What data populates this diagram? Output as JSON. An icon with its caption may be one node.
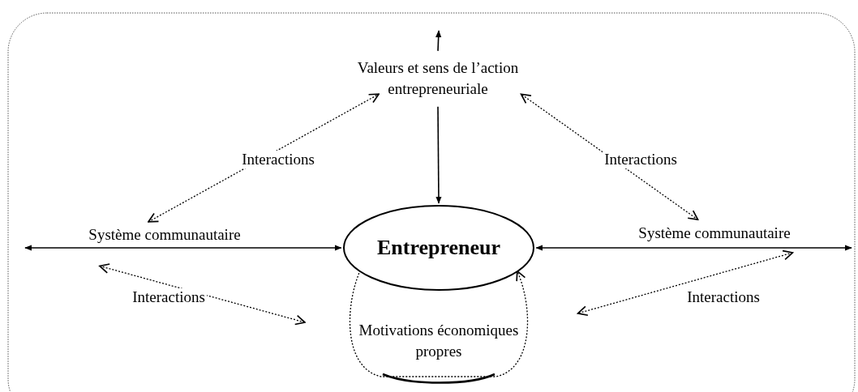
{
  "diagram": {
    "nodes": [
      {
        "text": [
          "Valeurs et sens de l’action entrepreneuriale"
        ]
      },
      {
        "text": [
          "Système communautaire"
        ]
      },
      {
        "text": [
          "Entrepreneur"
        ]
      },
      {
        "text": [
          "Système communautaire"
        ]
      },
      {
        "text": [
          "Motivations économiques propres"
        ]
      }
    ],
    "edges": [
      {
        "from": 0,
        "to": null,
        "arrow": "to"
      },
      {
        "from": 0,
        "to": 2,
        "arrow": "to"
      },
      {
        "from": 1,
        "to": 0,
        "arrow": "both",
        "label": "Interactions",
        "style": "dashed"
      },
      {
        "from": 3,
        "to": 0,
        "arrow": "both",
        "label": "Interactions",
        "style": "dashed"
      },
      {
        "from": null,
        "to": 2,
        "arrow": "both"
      },
      {
        "from": 2,
        "to": null,
        "arrow": "both"
      },
      {
        "from": 1,
        "to": 4,
        "arrow": "both",
        "label": "Interactions",
        "style": "dashed"
      },
      {
        "from": 3,
        "to": 4,
        "arrow": "both",
        "label": "Interactions",
        "style": "dashed"
      },
      {
        "from": 2,
        "to": 2,
        "arrow": "to",
        "style": "dashed"
      }
    ]
  }
}
